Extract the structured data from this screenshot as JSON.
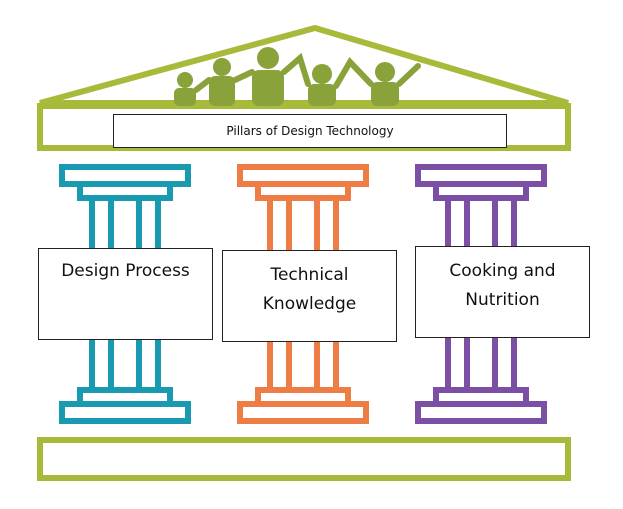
{
  "title": "Pillars of Design Technology",
  "pillars": [
    {
      "label": "Design Process",
      "color": "#1a9ab0"
    },
    {
      "label": "Technical Knowledge",
      "color": "#ee7d45"
    },
    {
      "label": "Cooking and Nutrition",
      "color": "#7b4fa3"
    }
  ],
  "roof_color": "#a9ba3b",
  "people_color": "#8aa23a"
}
